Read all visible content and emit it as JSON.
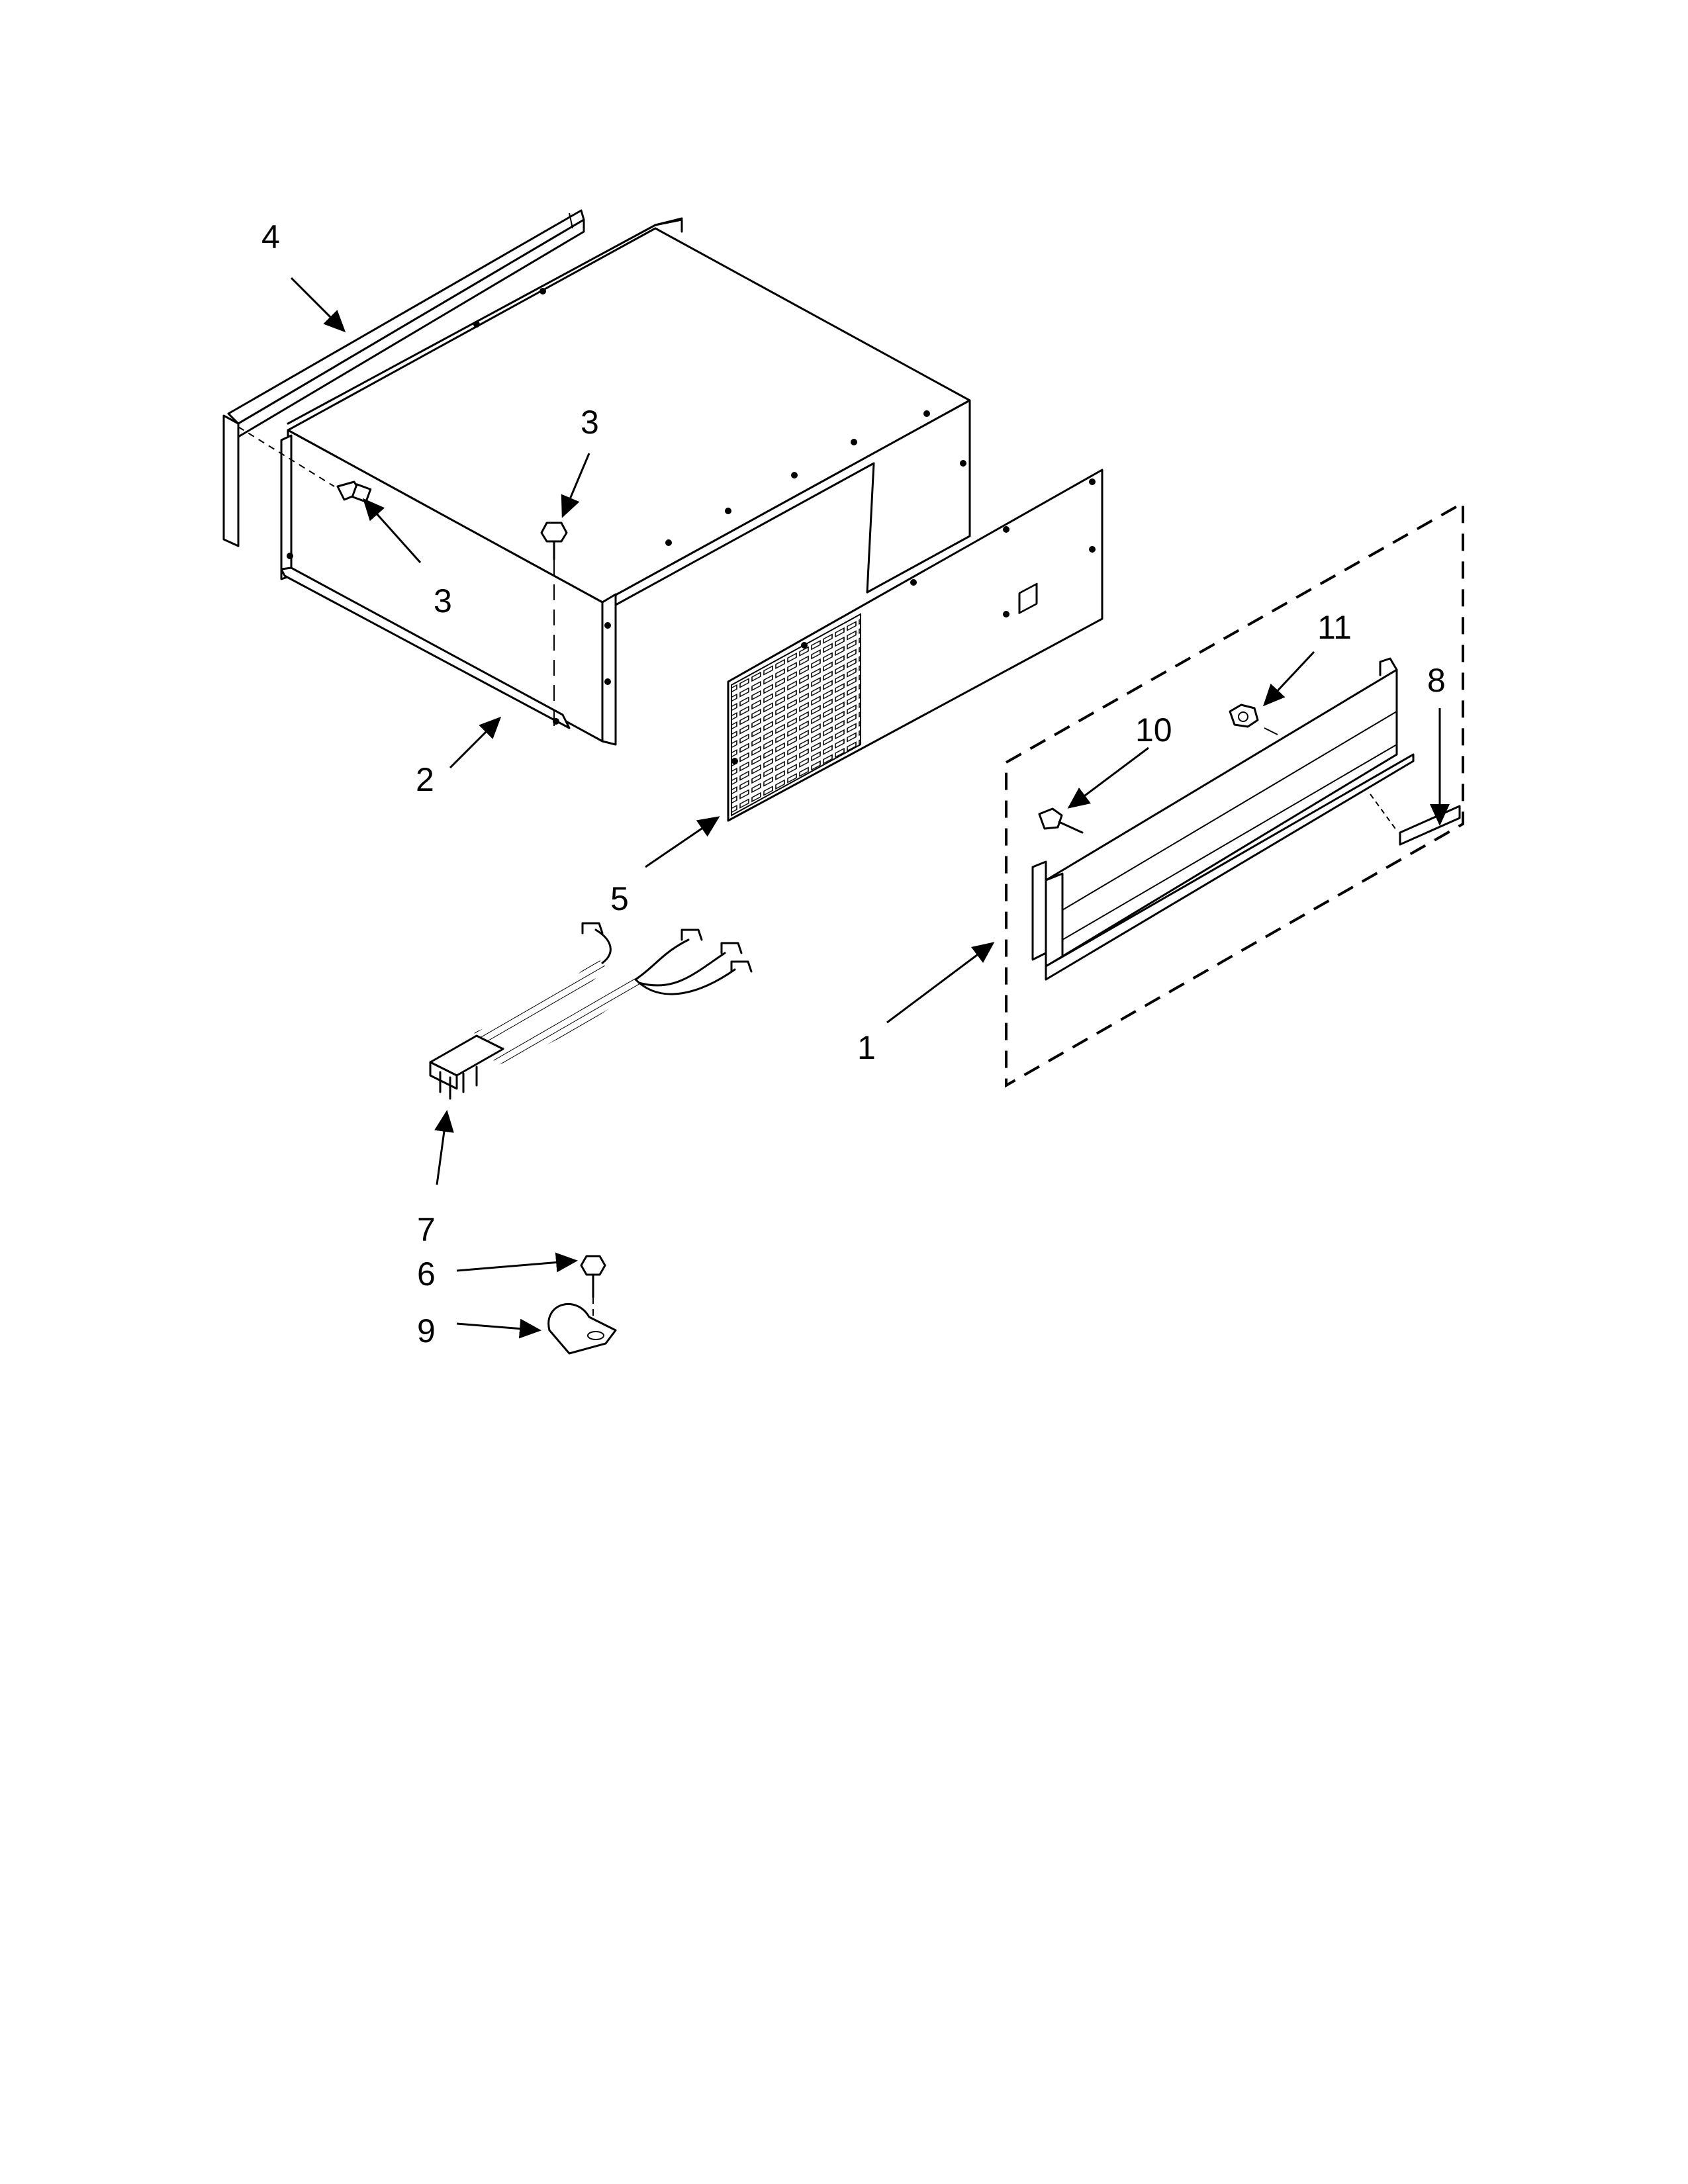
{
  "diagram": {
    "callouts": [
      {
        "id": "c1",
        "label": "1"
      },
      {
        "id": "c2",
        "label": "2"
      },
      {
        "id": "c3a",
        "label": "3"
      },
      {
        "id": "c3b",
        "label": "3"
      },
      {
        "id": "c4",
        "label": "4"
      },
      {
        "id": "c5",
        "label": "5"
      },
      {
        "id": "c6",
        "label": "6"
      },
      {
        "id": "c7",
        "label": "7"
      },
      {
        "id": "c8",
        "label": "8"
      },
      {
        "id": "c9",
        "label": "9"
      },
      {
        "id": "c10",
        "label": "10"
      },
      {
        "id": "c11",
        "label": "11"
      }
    ]
  }
}
